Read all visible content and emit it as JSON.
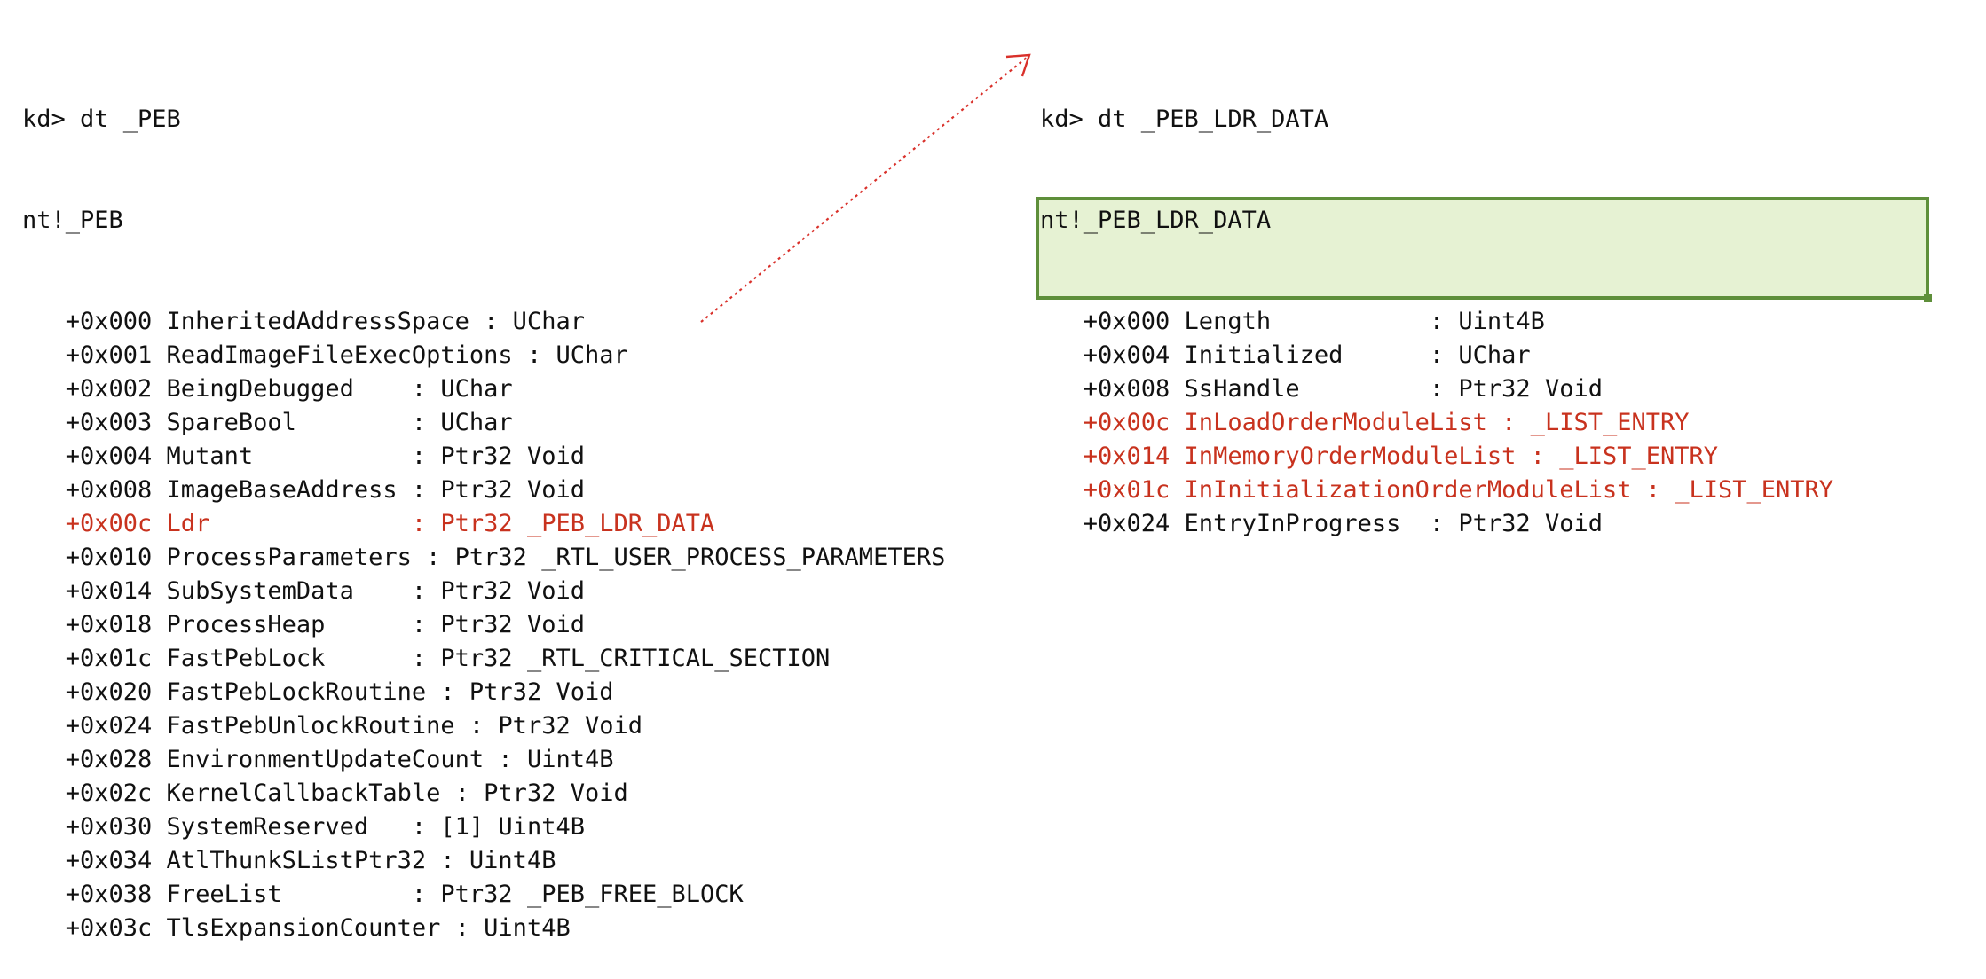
{
  "left": {
    "command": "kd> dt _PEB",
    "type_name": "nt!_PEB",
    "fields": [
      {
        "text": "   +0x000 InheritedAddressSpace : UChar"
      },
      {
        "text": "   +0x001 ReadImageFileExecOptions : UChar"
      },
      {
        "text": "   +0x002 BeingDebugged    : UChar"
      },
      {
        "text": "   +0x003 SpareBool        : UChar"
      },
      {
        "text": "   +0x004 Mutant           : Ptr32 Void"
      },
      {
        "text": "   +0x008 ImageBaseAddress : Ptr32 Void"
      },
      {
        "text": "   +0x00c Ldr              : Ptr32 _PEB_LDR_DATA",
        "highlight": true
      },
      {
        "text": "   +0x010 ProcessParameters : Ptr32 _RTL_USER_PROCESS_PARAMETERS"
      },
      {
        "text": "   +0x014 SubSystemData    : Ptr32 Void"
      },
      {
        "text": "   +0x018 ProcessHeap      : Ptr32 Void"
      },
      {
        "text": "   +0x01c FastPebLock      : Ptr32 _RTL_CRITICAL_SECTION"
      },
      {
        "text": "   +0x020 FastPebLockRoutine : Ptr32 Void"
      },
      {
        "text": "   +0x024 FastPebUnlockRoutine : Ptr32 Void"
      },
      {
        "text": "   +0x028 EnvironmentUpdateCount : Uint4B"
      },
      {
        "text": "   +0x02c KernelCallbackTable : Ptr32 Void"
      },
      {
        "text": "   +0x030 SystemReserved   : [1] Uint4B"
      },
      {
        "text": "   +0x034 AtlThunkSListPtr32 : Uint4B"
      },
      {
        "text": "   +0x038 FreeList         : Ptr32 _PEB_FREE_BLOCK"
      },
      {
        "text": "   +0x03c TlsExpansionCounter : Uint4B"
      }
    ]
  },
  "right": {
    "command": "kd> dt _PEB_LDR_DATA",
    "type_name": "nt!_PEB_LDR_DATA",
    "fields": [
      {
        "text": "   +0x000 Length           : Uint4B"
      },
      {
        "text": "   +0x004 Initialized      : UChar"
      },
      {
        "text": "   +0x008 SsHandle         : Ptr32 Void"
      },
      {
        "text": "   +0x00c InLoadOrderModuleList : _LIST_ENTRY",
        "highlight": true
      },
      {
        "text": "   +0x014 InMemoryOrderModuleList : _LIST_ENTRY",
        "highlight": true
      },
      {
        "text": "   +0x01c InInitializationOrderModuleList : _LIST_ENTRY",
        "highlight": true
      },
      {
        "text": "   +0x024 EntryInProgress  : Ptr32 Void"
      }
    ]
  },
  "colors": {
    "text": "#111111",
    "highlight_text": "#c8321e",
    "box_fill": "#e6f2d3",
    "box_border": "#5e8f3a",
    "arrow": "#d9302a"
  },
  "icons": {
    "arrow": "dotted-arrow-icon"
  }
}
